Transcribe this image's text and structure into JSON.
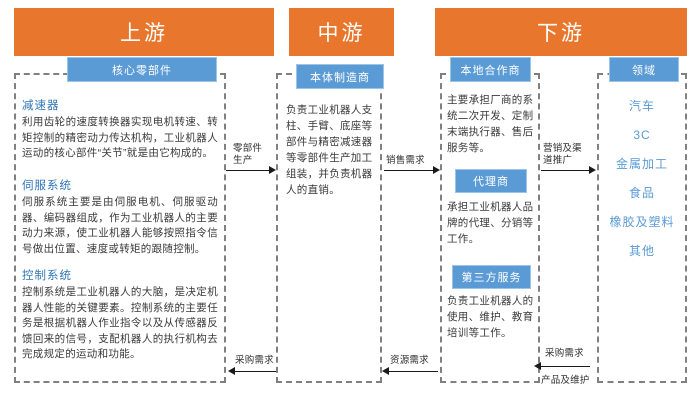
{
  "headers": [
    {
      "label": "上游"
    },
    {
      "label": "中游"
    },
    {
      "label": "下游"
    }
  ],
  "chips": {
    "core_parts": "核心零部件",
    "body_manufacturer": "本体制造商",
    "local_partner": "本地合作商",
    "agent": "代理商",
    "third_party": "第三方服务",
    "fields": "领域"
  },
  "upstream": {
    "sections": [
      {
        "title": "减速器",
        "body": "利用齿轮的速度转换器实现电机转速、转矩控制的精密动力传达机构，工业机器人运动的核心部件“关节”就是由它构成的。"
      },
      {
        "title": "伺服系统",
        "body": "伺服系统主要是由伺服电机、伺服驱动器、编码器组成，作为工业机器人的主要动力来源，使工业机器人能够按照指令信号做出位置、速度或转矩的跟随控制。"
      },
      {
        "title": "控制系统",
        "body": "控制系统是工业机器人的大脑，是决定机器人性能的关键要素。控制系统的主要任务是根据机器人作业指令以及从传感器反馈回来的信号，支配机器人的执行机构去完成规定的运动和功能。"
      }
    ]
  },
  "midstream": {
    "body": "负责工业机器人支柱、手臂、底座等部件与精密减速器等零部件生产加工组装，并负责机器人的直销。"
  },
  "downstream": {
    "local_partner_body": "主要承担厂商的系统二次开发、定制末端执行器、售后服务等。",
    "agent_body": "承担工业机器人品牌的代理、分销等工作。",
    "third_party_body": "负责工业机器人的使用、维护、教育培训等工作。",
    "fields_list": [
      "汽车",
      "3C",
      "金属加工",
      "食品",
      "橡胶及塑料",
      "其他"
    ]
  },
  "connectors": {
    "parts_production": "零部件\n生产",
    "procurement_demand_left": "采购需求",
    "sales_demand": "销售需求",
    "resource_demand": "资源需求",
    "marketing_channel": "营销及渠\n道推广",
    "procurement_demand_right": "采购需求",
    "product_maintenance": "产品及维护"
  },
  "colors": {
    "header_orange": "#E8762C",
    "chip_blue": "#5B9BD5",
    "heading_blue": "#2E75B6",
    "dashed_gray": "#808080"
  }
}
